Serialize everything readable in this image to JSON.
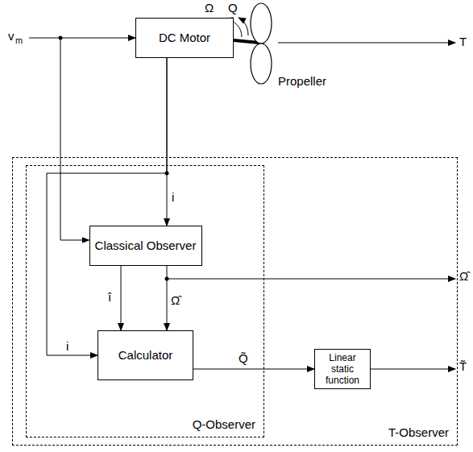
{
  "diagram": {
    "nodes": [
      {
        "text": [
          "DC Motor"
        ]
      },
      {
        "text": [
          "T-Observer"
        ]
      },
      {
        "text": [
          "Q-Observer"
        ],
        "in": 1
      },
      {
        "text": [
          "Classical Observer"
        ],
        "in": 2
      },
      {
        "text": [
          "Calculator"
        ],
        "in": 2
      },
      {
        "text": [
          "Linear static function"
        ],
        "in": 1
      }
    ],
    "edges": [
      {
        "from": 0,
        "to": 3,
        "arrow": "to",
        "label": "i"
      },
      {
        "from": 0,
        "to": 4,
        "arrow": "to",
        "label": "i"
      },
      {
        "from": 3,
        "to": 4,
        "arrow": "to",
        "label": "î"
      },
      {
        "from": 3,
        "to": 4,
        "arrow": "to",
        "label": "Ω̂"
      },
      {
        "from": 4,
        "to": 5,
        "arrow": "to",
        "label": "Q̃"
      }
    ],
    "labels": [
      "v",
      "m",
      "Ω",
      "Q",
      "Propeller",
      "T",
      "Ω̂",
      "T̃"
    ]
  }
}
